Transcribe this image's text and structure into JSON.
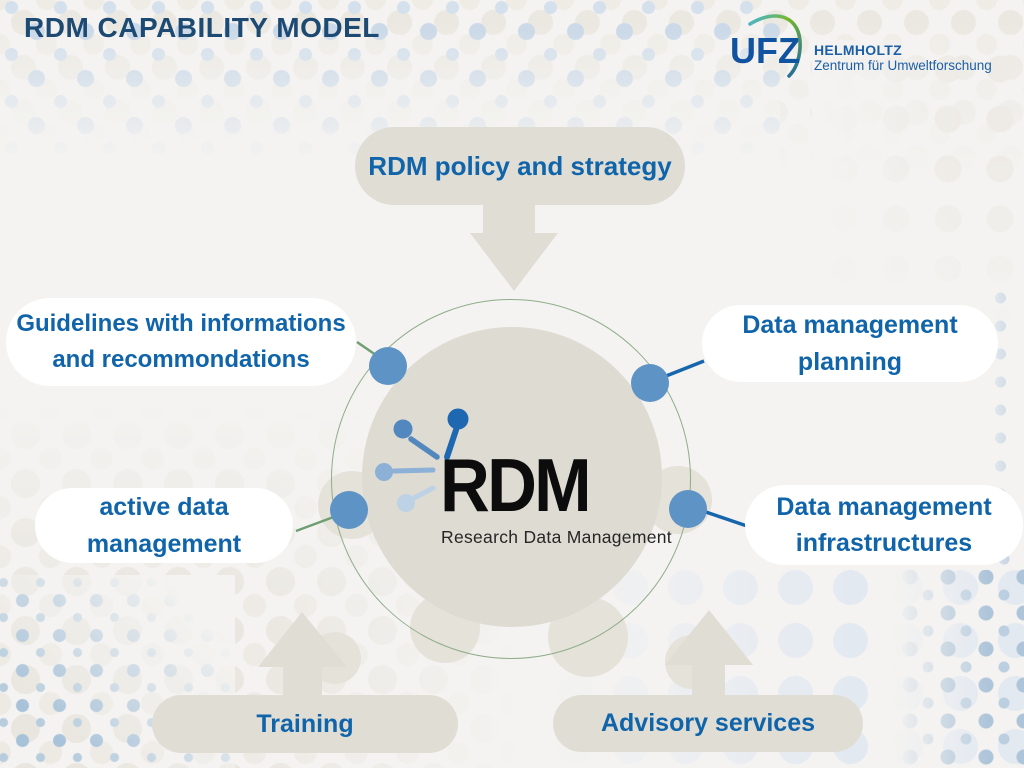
{
  "header": {
    "title": "RDM CAPABILITY MODEL",
    "logo": {
      "acronym": "UFZ",
      "org": "HELMHOLTZ",
      "org_sub": "Zentrum für Umweltforschung"
    }
  },
  "center": {
    "logo_text": "RDM",
    "logo_caption": "Research Data Management"
  },
  "nodes": {
    "policy": {
      "label": "RDM policy and strategy"
    },
    "guidelines": {
      "lines": [
        "Guidelines with informations",
        "and recommondations"
      ]
    },
    "planning": {
      "lines": [
        "Data management",
        "planning"
      ]
    },
    "active": {
      "lines": [
        "active data",
        "management"
      ]
    },
    "infrastructures": {
      "lines": [
        "Data management",
        "infrastructures"
      ]
    },
    "training": {
      "label": "Training"
    },
    "advisory": {
      "label": "Advisory services"
    }
  },
  "colors": {
    "title_navy": "#1c4a72",
    "node_text_blue": "#1064a9",
    "connector_blue": "#1766ad",
    "connector_green": "#6f9e72",
    "dot_blue": "#5e93c5",
    "pill_beige": "#e0ddd5",
    "circle_fill": "#dedbd2",
    "ring_green": "#8fad8a",
    "logo_blue": "#1b5fa8",
    "logo_green": "#76b82a"
  }
}
